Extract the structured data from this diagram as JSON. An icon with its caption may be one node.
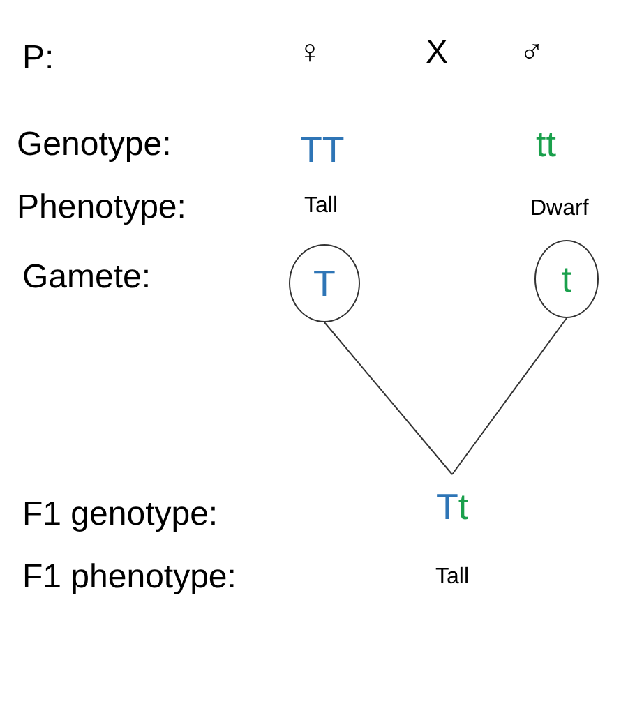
{
  "diagram": {
    "nodes": [
      {
        "text": [
          "T"
        ]
      },
      {
        "text": [
          "t"
        ]
      },
      {
        "text": [
          "Tt"
        ]
      }
    ],
    "edges": [
      {
        "from": 0,
        "to": 2,
        "arrow": "none"
      },
      {
        "from": 1,
        "to": 2,
        "arrow": "none"
      }
    ],
    "labels": [
      "P:",
      "♀",
      "X",
      "♂",
      "Genotype:",
      "TT",
      "tt",
      "Phenotype:",
      "Tall",
      "Dwarf",
      "Gamete:",
      "F1 genotype:",
      "F1 phenotype:",
      "Tall"
    ]
  }
}
